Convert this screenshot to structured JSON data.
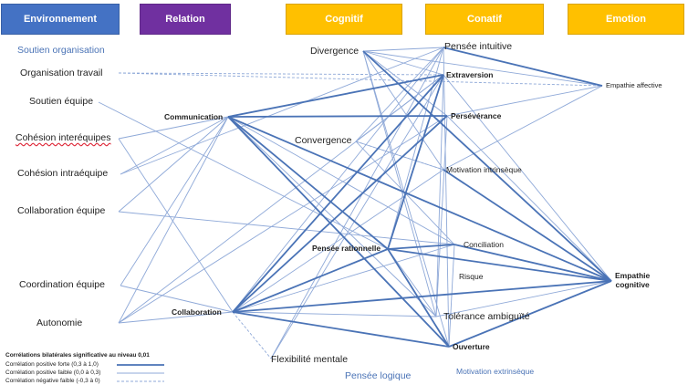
{
  "headers": [
    {
      "label": "Environnement",
      "color": "#4472c4"
    },
    {
      "label": "Relation",
      "color": "#7030a0"
    },
    {
      "label": "Cognitif",
      "color": "#ffc000"
    },
    {
      "label": "Conatif",
      "color": "#ffc000"
    },
    {
      "label": "Emotion",
      "color": "#ffc000"
    }
  ],
  "nodes": {
    "soutien_organisation": "Soutien organisation",
    "organisation_travail": "Organisation travail",
    "soutien_equipe": "Soutien équipe",
    "cohesion_interequipes": "Cohésion interéquipes",
    "cohesion_intraequipe": "Cohésion intraéquipe",
    "collaboration_equipe": "Collaboration équipe",
    "coordination_equipe": "Coordination équipe",
    "autonomie": "Autonomie",
    "communication": "Communication",
    "collaboration": "Collaboration",
    "divergence": "Divergence",
    "convergence": "Convergence",
    "pensee_rationnelle": "Pensée rationnelle",
    "flexibilite_mentale": "Flexibilité mentale",
    "pensee_logique": "Pensée logique",
    "pensee_intuitive": "Pensée intuitive",
    "extraversion": "Extraversion",
    "perseverance": "Persévérance",
    "motivation_intrinseque": "Motivation intrinsèque",
    "conciliation": "Conciliation",
    "risque": "Risque",
    "tolerance_ambiguite": "Tolérance ambiguïté",
    "ouverture": "Ouverture",
    "motivation_extrinseque": "Motivation extrinsèque",
    "empathie_affective": "Empathie affective",
    "empathie_cognitive": "Empathie\ncognitive"
  },
  "legend": {
    "title": "Corrélations bilatérales significative au niveau 0,01",
    "strong": "Corrélation positive forte (0,3 à 1,0)",
    "weak": "Corrélation positive faible (0,0 à 0,3)",
    "negative": "Corrélation négative faible (-0,3 à 0)"
  },
  "colors": {
    "line": "#4a73b6",
    "line_light": "#8fa9d8"
  },
  "edges": {
    "strong": [
      [
        "communication",
        "extraversion"
      ],
      [
        "communication",
        "perseverance"
      ],
      [
        "communication",
        "pensee_rationnelle"
      ],
      [
        "communication",
        "ouverture"
      ],
      [
        "communication",
        "empathie_cognitive"
      ],
      [
        "collaboration",
        "extraversion"
      ],
      [
        "collaboration",
        "perseverance"
      ],
      [
        "collaboration",
        "pensee_rationnelle"
      ],
      [
        "collaboration",
        "empathie_cognitive"
      ],
      [
        "collaboration",
        "ouverture"
      ],
      [
        "pensee_rationnelle",
        "extraversion"
      ],
      [
        "pensee_rationnelle",
        "conciliation"
      ],
      [
        "pensee_rationnelle",
        "empathie_cognitive"
      ],
      [
        "pensee_rationnelle",
        "ouverture"
      ],
      [
        "pensee_intuitive",
        "empathie_affective"
      ],
      [
        "ouverture",
        "empathie_cognitive"
      ],
      [
        "divergence",
        "empathie_cognitive"
      ],
      [
        "conciliation",
        "empathie_cognitive"
      ],
      [
        "motivation_intrinseque",
        "empathie_cognitive"
      ]
    ],
    "weak": [
      [
        "soutien_equipe",
        "pensee_rationnelle"
      ],
      [
        "cohesion_interequipes",
        "communication"
      ],
      [
        "cohesion_intraequipe",
        "communication"
      ],
      [
        "collaboration_equipe",
        "communication"
      ],
      [
        "collaboration_equipe",
        "conciliation"
      ],
      [
        "coordination_equipe",
        "communication"
      ],
      [
        "coordination_equipe",
        "collaboration"
      ],
      [
        "autonomie",
        "communication"
      ],
      [
        "autonomie",
        "collaboration"
      ],
      [
        "autonomie",
        "extraversion"
      ],
      [
        "autonomie",
        "perseverance"
      ],
      [
        "cohesion_interequipes",
        "collaboration"
      ],
      [
        "divergence",
        "pensee_intuitive"
      ],
      [
        "divergence",
        "extraversion"
      ],
      [
        "divergence",
        "perseverance"
      ],
      [
        "divergence",
        "motivation_intrinseque"
      ],
      [
        "divergence",
        "ouverture"
      ],
      [
        "divergence",
        "tolerance_ambiguite"
      ],
      [
        "divergence",
        "empathie_affective"
      ],
      [
        "pensee_intuitive",
        "convergence"
      ],
      [
        "pensee_intuitive",
        "collaboration"
      ],
      [
        "pensee_intuitive",
        "pensee_rationnelle"
      ],
      [
        "convergence",
        "extraversion"
      ],
      [
        "convergence",
        "conciliation"
      ],
      [
        "convergence",
        "motivation_intrinseque"
      ],
      [
        "extraversion",
        "flexibilite_mentale"
      ],
      [
        "extraversion",
        "empathie_cognitive"
      ],
      [
        "perseverance",
        "tolerance_ambiguite"
      ],
      [
        "perseverance",
        "empathie_cognitive"
      ],
      [
        "motivation_intrinseque",
        "collaboration"
      ],
      [
        "motivation_intrinseque",
        "empathie_affective"
      ],
      [
        "communication",
        "tolerance_ambiguite"
      ],
      [
        "communication",
        "conciliation"
      ],
      [
        "collaboration",
        "tolerance_ambiguite"
      ],
      [
        "collaboration",
        "conciliation"
      ],
      [
        "pensee_rationnelle",
        "tolerance_ambiguite"
      ],
      [
        "tolerance_ambiguite",
        "empathie_cognitive"
      ],
      [
        "conciliation",
        "ouverture"
      ],
      [
        "flexibilite_mentale",
        "pensee_intuitive"
      ],
      [
        "pensee_intuitive",
        "ouverture"
      ],
      [
        "extraversion",
        "tolerance_ambiguite"
      ],
      [
        "empathie_affective",
        "perseverance"
      ],
      [
        "cohesion_intraequipe",
        "pensee_intuitive"
      ]
    ],
    "negative": [
      [
        "organisation_travail",
        "empathie_affective"
      ],
      [
        "organisation_travail",
        "extraversion"
      ],
      [
        "convergence",
        "motivation_intrinseque"
      ],
      [
        "collaboration",
        "flexibilite_mentale"
      ]
    ]
  }
}
